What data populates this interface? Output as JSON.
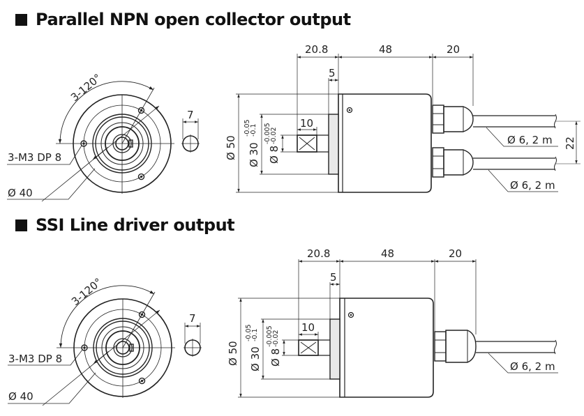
{
  "sections": [
    {
      "title": "Parallel NPN open collector output",
      "front_view": {
        "angle_label": "3-120°",
        "hole_label": "3-M3 DP 8",
        "pcd_label": "Ø 40",
        "key_width_label": "7"
      },
      "side_view": {
        "shaft_length_label": "20.8",
        "body_length_label": "48",
        "cable_gland_label": "20",
        "flange_label": "5",
        "key_length_label": "10",
        "body_diameter_label": "Ø 50",
        "spigot_diameter_label": "Ø 30",
        "spigot_tol_upper": "-0.05",
        "spigot_tol_lower": "-0.1",
        "shaft_diameter_label": "Ø 8",
        "shaft_tol_upper": "-0.005",
        "shaft_tol_lower": "-0.02",
        "cable_spacing_label": "22",
        "cables": [
          {
            "label": "Ø 6, 2 m"
          },
          {
            "label": "Ø 6, 2 m"
          }
        ]
      }
    },
    {
      "title": "SSI Line driver output",
      "front_view": {
        "angle_label": "3-120°",
        "hole_label": "3-M3 DP 8",
        "pcd_label": "Ø 40",
        "key_width_label": "7"
      },
      "side_view": {
        "shaft_length_label": "20.8",
        "body_length_label": "48",
        "cable_gland_label": "20",
        "flange_label": "5",
        "key_length_label": "10",
        "body_diameter_label": "Ø 50",
        "spigot_diameter_label": "Ø 30",
        "spigot_tol_upper": "-0.05",
        "spigot_tol_lower": "-0.1",
        "shaft_diameter_label": "Ø 8",
        "shaft_tol_upper": "-0.005",
        "shaft_tol_lower": "-0.02",
        "cables": [
          {
            "label": "Ø 6, 2 m"
          }
        ]
      }
    }
  ]
}
